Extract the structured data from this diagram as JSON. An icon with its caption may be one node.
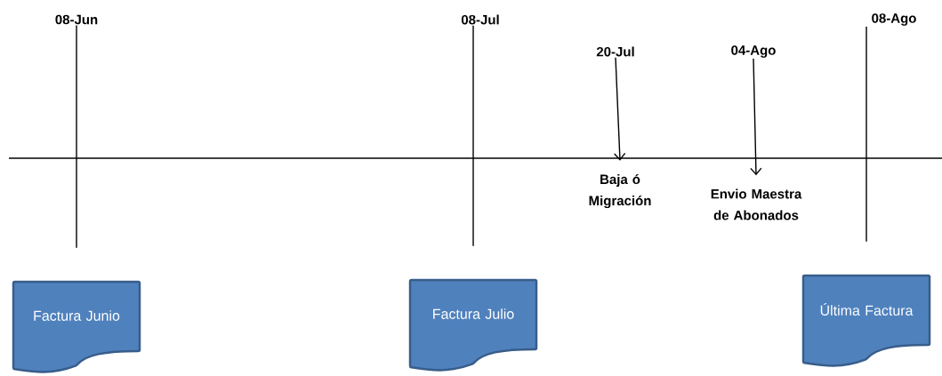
{
  "diagram": {
    "nodes": [
      {
        "text": [
          "08-Jun"
        ]
      },
      {
        "text": [
          "08-Jul"
        ]
      },
      {
        "text": [
          "20-Jul"
        ]
      },
      {
        "text": [
          "04-Ago"
        ]
      },
      {
        "text": [
          "08-Ago"
        ]
      },
      {
        "text": [
          "Factura Junio"
        ]
      },
      {
        "text": [
          "Factura Julio"
        ]
      },
      {
        "text": [
          "Última Factura"
        ]
      },
      {
        "text": [
          "Baja ó Migración"
        ]
      },
      {
        "text": [
          "Envio Maestra de Abonados"
        ]
      }
    ],
    "edges": [
      {
        "from": 0,
        "to": 5,
        "arrow": "none"
      },
      {
        "from": 1,
        "to": 6,
        "arrow": "none"
      },
      {
        "from": 4,
        "to": 7,
        "arrow": "none"
      },
      {
        "from": 2,
        "to": 8,
        "arrow": "to"
      },
      {
        "from": 3,
        "to": 9,
        "arrow": "to"
      }
    ]
  }
}
